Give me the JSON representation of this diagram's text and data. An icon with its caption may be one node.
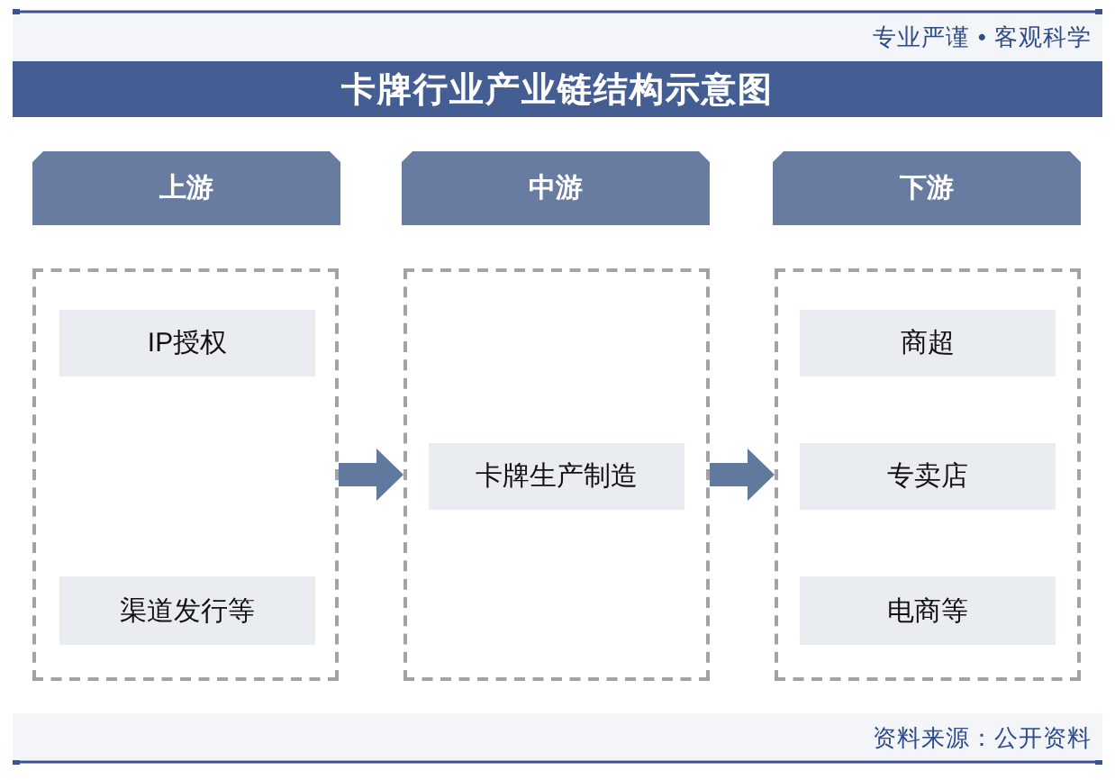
{
  "diagram": {
    "title": "卡牌行业产业链结构示意图",
    "nodes": [
      {
        "text": [
          "上游"
        ]
      },
      {
        "text": [
          "中游"
        ]
      },
      {
        "text": [
          "下游"
        ]
      },
      {
        "text": [],
        "shape": "box"
      },
      {
        "text": [
          "IP授权"
        ],
        "in": 3
      },
      {
        "text": [
          "渠道发行等"
        ],
        "in": 3
      },
      {
        "text": [],
        "shape": "box"
      },
      {
        "text": [
          "卡牌生产制造"
        ],
        "in": 6
      },
      {
        "text": [],
        "shape": "box"
      },
      {
        "text": [
          "商超"
        ],
        "in": 8
      },
      {
        "text": [
          "专卖店"
        ],
        "in": 8
      },
      {
        "text": [
          "电商等"
        ],
        "in": 8
      }
    ],
    "edges": [
      {
        "from": 3,
        "to": 6,
        "arrow": "to"
      },
      {
        "from": 6,
        "to": 8,
        "arrow": "to"
      }
    ],
    "labels": [
      "专业严谨 • 客观科学",
      "资料来源：公开资料"
    ]
  }
}
